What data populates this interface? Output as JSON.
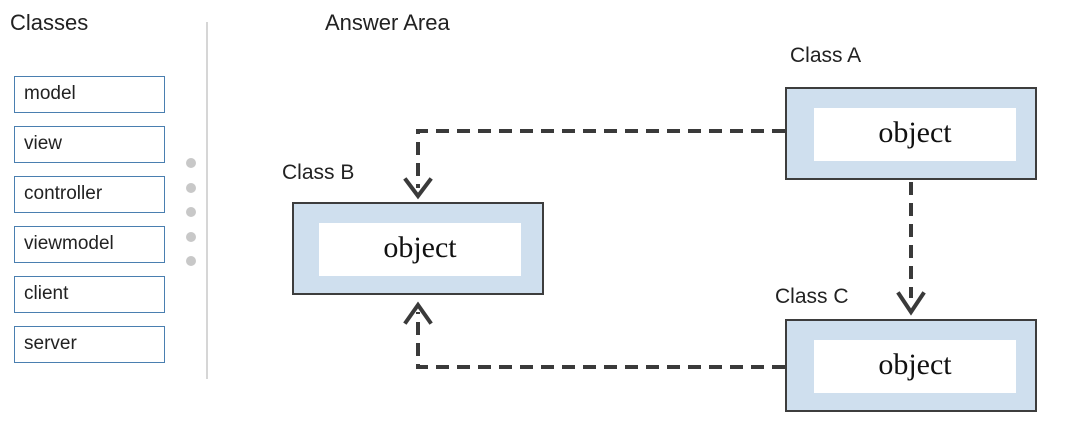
{
  "classes_panel": {
    "heading": "Classes",
    "options": [
      {
        "label": "model"
      },
      {
        "label": "view"
      },
      {
        "label": "controller"
      },
      {
        "label": "viewmodel"
      },
      {
        "label": "client"
      },
      {
        "label": "server"
      }
    ]
  },
  "answer_area": {
    "heading": "Answer Area",
    "class_a": {
      "label": "Class A",
      "slot_text": "object"
    },
    "class_b": {
      "label": "Class B",
      "slot_text": "object"
    },
    "class_c": {
      "label": "Class C",
      "slot_text": "object"
    }
  },
  "colors": {
    "option_border": "#4a7fb0",
    "class_box_fill": "#cfdfee",
    "connector": "#3a3a3a"
  },
  "icons": [
    "drag-handle-icon",
    "arrow-down-icon",
    "arrow-up-icon"
  ]
}
